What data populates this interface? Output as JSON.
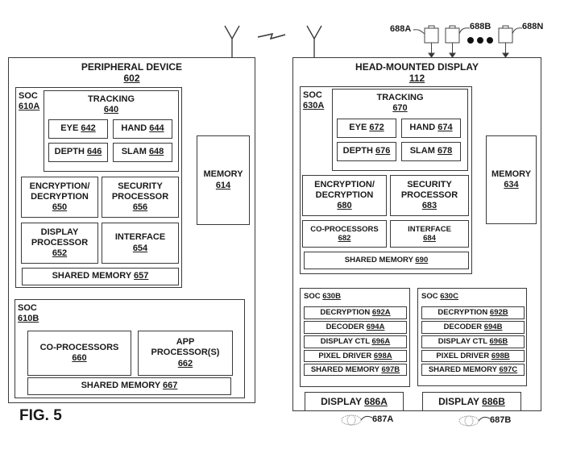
{
  "figure_label": "FIG. 5",
  "peripheral": {
    "title": "PERIPHERAL DEVICE",
    "ref": "602",
    "soc_a": {
      "label": "SOC",
      "ref": "610A",
      "tracking": {
        "title": "TRACKING",
        "ref": "640",
        "items": [
          {
            "label": "EYE",
            "ref": "642"
          },
          {
            "label": "HAND",
            "ref": "644"
          },
          {
            "label": "DEPTH",
            "ref": "646"
          },
          {
            "label": "SLAM",
            "ref": "648"
          }
        ]
      },
      "encryption": {
        "line1": "ENCRYPTION/",
        "line2": "DECRYPTION",
        "ref": "650"
      },
      "security": {
        "line1": "SECURITY",
        "line2": "PROCESSOR",
        "ref": "656"
      },
      "display_processor": {
        "line1": "DISPLAY",
        "line2": "PROCESSOR",
        "ref": "652"
      },
      "interface": {
        "label": "INTERFACE",
        "ref": "654"
      },
      "shared_memory": {
        "label": "SHARED MEMORY",
        "ref": "657"
      }
    },
    "memory": {
      "label": "MEMORY",
      "ref": "614"
    },
    "soc_b": {
      "label": "SOC",
      "ref": "610B",
      "co_processors": {
        "label": "CO-PROCESSORS",
        "ref": "660"
      },
      "app_processor": {
        "line1": "APP",
        "line2": "PROCESSOR(S)",
        "ref": "662"
      },
      "shared_memory": {
        "label": "SHARED MEMORY",
        "ref": "667"
      }
    }
  },
  "hmd": {
    "title": "HEAD-MOUNTED DISPLAY",
    "ref": "112",
    "soc_a": {
      "label": "SOC",
      "ref": "630A",
      "tracking": {
        "title": "TRACKING",
        "ref": "670",
        "items": [
          {
            "label": "EYE",
            "ref": "672"
          },
          {
            "label": "HAND",
            "ref": "674"
          },
          {
            "label": "DEPTH",
            "ref": "676"
          },
          {
            "label": "SLAM",
            "ref": "678"
          }
        ]
      },
      "encryption": {
        "line1": "ENCRYPTION/",
        "line2": "DECRYPTION",
        "ref": "680"
      },
      "security": {
        "line1": "SECURITY",
        "line2": "PROCESSOR",
        "ref": "683"
      },
      "co_processors": {
        "label": "CO-PROCESSORS",
        "ref": "682"
      },
      "interface": {
        "label": "INTERFACE",
        "ref": "684"
      },
      "shared_memory": {
        "label": "SHARED MEMORY",
        "ref": "690"
      }
    },
    "memory": {
      "label": "MEMORY",
      "ref": "634"
    },
    "soc_b": {
      "label": "SOC",
      "ref": "630B",
      "items": [
        {
          "label": "DECRYPTION",
          "ref": "692A"
        },
        {
          "label": "DECODER",
          "ref": "694A"
        },
        {
          "label": "DISPLAY CTL",
          "ref": "696A"
        },
        {
          "label": "PIXEL DRIVER",
          "ref": "698A"
        },
        {
          "label": "SHARED MEMORY",
          "ref": "697B"
        }
      ]
    },
    "soc_c": {
      "label": "SOC",
      "ref": "630C",
      "items": [
        {
          "label": "DECRYPTION",
          "ref": "692B"
        },
        {
          "label": "DECODER",
          "ref": "694B"
        },
        {
          "label": "DISPLAY CTL",
          "ref": "696B"
        },
        {
          "label": "PIXEL DRIVER",
          "ref": "698B"
        },
        {
          "label": "SHARED MEMORY",
          "ref": "697C"
        }
      ]
    },
    "display_a": {
      "label": "DISPLAY",
      "ref": "686A"
    },
    "display_b": {
      "label": "DISPLAY",
      "ref": "686B"
    }
  },
  "sensors": [
    {
      "ref": "688A"
    },
    {
      "ref": "688B"
    },
    {
      "ref": "688N"
    }
  ],
  "eyes": [
    {
      "ref": "687A"
    },
    {
      "ref": "687B"
    }
  ]
}
